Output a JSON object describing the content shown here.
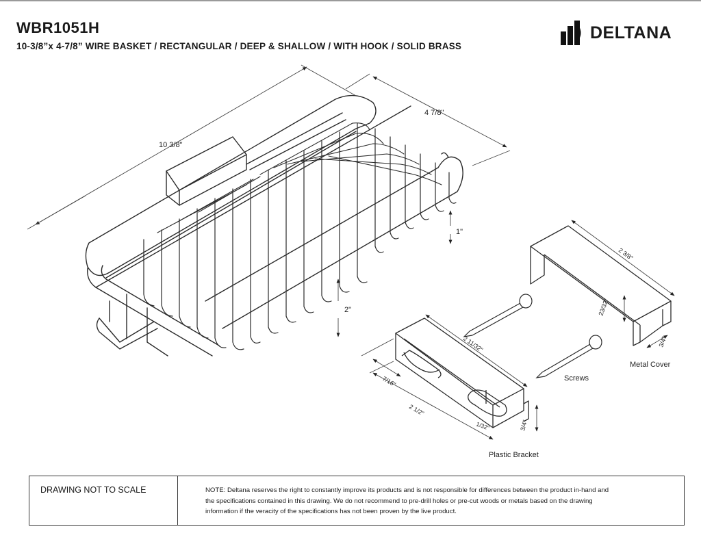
{
  "header": {
    "model": "WBR1051H",
    "description": "10-3/8”x 4-7/8” WIRE BASKET / RECTANGULAR / DEEP & SHALLOW / WITH HOOK / SOLID BRASS"
  },
  "brand": {
    "name": "DELTANA",
    "logo_icon": "deltana-logo-icon"
  },
  "dimensions": {
    "length": "10 3/8\"",
    "width": "4 7/8\"",
    "shallow_depth": "1\"",
    "deep_depth": "2\"",
    "cover_length": "2 3/8\"",
    "cover_height": "23/32\"",
    "cover_width": "3/4\"",
    "bracket_length": "2 11/32\"",
    "bracket_inner": "7/16\"",
    "bracket_total": "2 1/2\"",
    "bracket_lip": "1/32\"",
    "bracket_height": "3/4\""
  },
  "parts": {
    "metal_cover": "Metal Cover",
    "screws": "Screws",
    "plastic_bracket": "Plastic Bracket"
  },
  "footer": {
    "scale_note": "DRAWING NOT TO SCALE",
    "note_line1": "NOTE: Deltana reserves the right to constantly improve its products and is not responsible for differences between the product in-hand and",
    "note_line2": "the specifications contained in this drawing.  We do not recommend to pre-drill holes or pre-cut woods or metals based on the drawing",
    "note_line3": "information if the veracity of the specifications has not been proven by the live product."
  }
}
